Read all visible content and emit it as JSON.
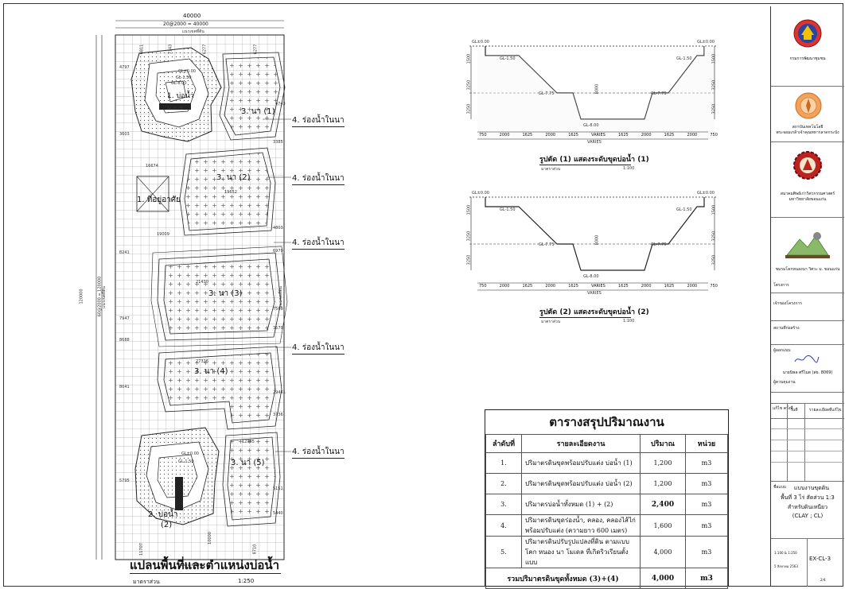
{
  "plan": {
    "top_dim_total": "40000",
    "top_dim_sub": "20@2000 = 40000",
    "top_label": "แนวเขตที่ดิน",
    "bottom_label": "แนวเขตที่ดิน",
    "left_dim_total": "120000",
    "left_dim_sub": "60@2000 = 120000",
    "left_label": "แนวเขตที่ดิน",
    "right_label": "แนวเขตที่ดิน",
    "title": "แปลนพื้นที่และตำแหน่งบ่อน้ำ",
    "scale_label": "มาตราส่วน",
    "scale_value": "1:250",
    "callouts": [
      "4. ร่องน้ำในนา",
      "4. ร่องน้ำในนา",
      "4. ร่องน้ำในนา",
      "4. ร่องน้ำในนา",
      "4. ร่องน้ำในนา"
    ],
    "zones": {
      "pond1": "1. บ่อน้ำ",
      "pond2": "2. บ่อน้ำ",
      "pond2_num": "(2)",
      "home": "1. ที่อยู่อาศัย",
      "field1": "3. นา (1)",
      "field2": "3. นา (2)",
      "field3": "3. นา (3)",
      "field4": "3. นา (4)",
      "field5": "3. นา (5)"
    },
    "dims": [
      "4797",
      "6811",
      "6277",
      "4743",
      "3603",
      "3385",
      "16674",
      "19009",
      "19652",
      "4803",
      "8241",
      "6979",
      "21430",
      "7947",
      "7569",
      "8688",
      "3579",
      "27326",
      "8041",
      "29441",
      "3736",
      "12385",
      "5795",
      "10000",
      "11707",
      "8710",
      "5151",
      "5440",
      "7143",
      "6277"
    ],
    "levels": [
      "GL±0.00",
      "GL-1.50",
      "GL-7.75",
      "GL-8.00",
      "GL±0.00",
      "GL-1.50"
    ]
  },
  "sections": [
    {
      "title": "รูปตัด (1) แสดงระดับขุดบ่อน้ำ (1)",
      "scale_label": "มาตราส่วน",
      "scale_value": "1:100",
      "levels": {
        "top_left": "GL±0.00",
        "top_right": "GL±0.00",
        "step1_left": "GL-1.50",
        "step1_right": "GL-1.50",
        "step2_left": "GL-7.75",
        "step2_right": "GL-7.75",
        "bottom": "GL-8.00"
      },
      "bottom_dims": [
        "750",
        "2000",
        "1625",
        "2000",
        "1625",
        "VARIES",
        "1625",
        "2000",
        "1625",
        "2000",
        "750"
      ],
      "total": "VARIES",
      "left_dims": [
        "1500",
        "3250",
        "3250"
      ],
      "right_dims": [
        "1500",
        "3250",
        "3250"
      ],
      "height": "8000"
    },
    {
      "title": "รูปตัด (2) แสดงระดับขุดบ่อน้ำ (2)",
      "scale_label": "มาตราส่วน",
      "scale_value": "1:100",
      "levels": {
        "top_left": "GL±0.00",
        "top_right": "GL±0.00",
        "step1_left": "GL-1.50",
        "step1_right": "GL-1.50",
        "step2_left": "GL-7.75",
        "step2_right": "GL-7.75",
        "bottom": "GL-8.00"
      },
      "bottom_dims": [
        "750",
        "2000",
        "1625",
        "2000",
        "1625",
        "VARIES",
        "1625",
        "2000",
        "1625",
        "2000",
        "750"
      ],
      "total": "VARIES",
      "left_dims": [
        "1500",
        "3250",
        "3250"
      ],
      "right_dims": [
        "1500",
        "3250",
        "3250"
      ],
      "height": "8000"
    }
  ],
  "quantity_table": {
    "title": "ตารางสรุปปริมาณงาน",
    "headers": [
      "ลำดับที่",
      "รายละเอียดงาน",
      "ปริมาณ",
      "หน่วย"
    ],
    "rows": [
      {
        "no": "1.",
        "desc": "ปริมาตรดินขุดพร้อมปรับแต่ง บ่อน้ำ (1)",
        "desc2": "",
        "qty": "1,200",
        "unit": "m3",
        "bold": false
      },
      {
        "no": "2.",
        "desc": "ปริมาตรดินขุดพร้อมปรับแต่ง บ่อน้ำ (2)",
        "desc2": "",
        "qty": "1,200",
        "unit": "m3",
        "bold": false
      },
      {
        "no": "3.",
        "desc": "ปริมาตรบ่อน้ำทั้งหมด (1) + (2)",
        "desc2": "",
        "qty": "2,400",
        "unit": "m3",
        "bold": true
      },
      {
        "no": "4.",
        "desc": "ปริมาตรดินขุดร่องน้ำ, คลอง, คลองไส้ไก่",
        "desc2": "พร้อมปรับแต่ง (ความยาว 600 เมตร)",
        "qty": "1,600",
        "unit": "m3",
        "bold": false
      },
      {
        "no": "5.",
        "desc": "ปริมาตรดินปรับรูปแปลงที่ดิน ตามแบบ",
        "desc2": "โคก หนอง นา โมเดล ที่เกิดริวเรียนตั้งแบบ",
        "qty": "4,000",
        "unit": "m3",
        "bold": false
      }
    ],
    "total_label": "รวมปริมาตรดินขุดทั้งหมด (3)+(4)",
    "total_qty": "4,000",
    "total_unit": "m3"
  },
  "title_block": {
    "org1": "กรมการพัฒนาชุมชน",
    "org2_line1": "สถาบันเทคโนโลยี",
    "org2_line2": "พระจอมเกล้าเจ้าคุณทหารลาดกระบัง",
    "org3_line1": "สมาคมศิษย์เก่าวิศวกรรมศาสตร์",
    "org3_line2": "มหาวิทยาลัยขอนแก่น",
    "org4": "ชมรมโคกหนองนา วิศวะ ม. ขอนแก่น",
    "project_label": "โครงการ",
    "owner_label": "เจ้าของโครงการ",
    "site_label": "สถานที่ก่อสร้าง",
    "designer_label": "ผู้ออกแบบ",
    "designer_name": "นายนิพล  ศรีไมต (สย. 8069)",
    "checker_label": "ผู้ควบคุมงาน",
    "rev_headers": [
      "แก้ไข ครั้งที่",
      "วันที่",
      "รายละเอียดที่แก้ไข"
    ],
    "drawing_label": "ชื่อแบบ",
    "drawing_title1": "แบบงานขุดดิน",
    "drawing_title2": "พื้นที่ 3 ไร่ สัดส่วน 1:3",
    "drawing_title3": "สำหรับดินเหนียว",
    "drawing_title4": "(CLAY ; CL)",
    "sheet_no": "EX-CL-3",
    "scale": "1:100 & 1:250",
    "date": "5 สิงหาคม 2563",
    "page": "2/4"
  }
}
